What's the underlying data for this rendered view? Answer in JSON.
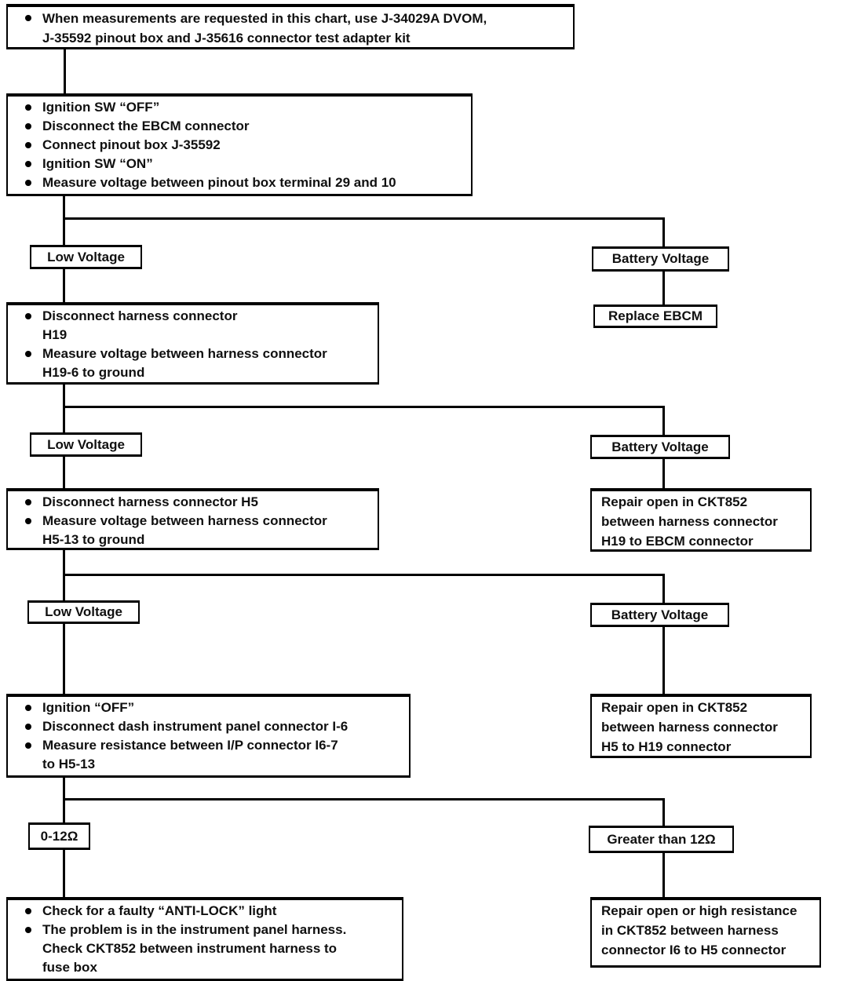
{
  "palette": {
    "background": "#ffffff",
    "ink": "#000000"
  },
  "flowchart": {
    "intro": {
      "bullets": [
        "When measurements are requested in this chart, use J-34029A DVOM,\nJ-35592 pinout box and J-35616 connector test adapter kit"
      ]
    },
    "step1": {
      "bullets": [
        "Ignition SW “OFF”",
        "Disconnect the EBCM connector",
        "Connect pinout box J-35592",
        "Ignition SW “ON”",
        "Measure voltage between pinout box terminal 29 and 10"
      ]
    },
    "branch1": {
      "low_label": "Low Voltage",
      "battery_label": "Battery Voltage",
      "battery_action": "Replace EBCM"
    },
    "step2": {
      "bullets": [
        "Disconnect harness connector\nH19",
        "Measure voltage between harness connector\nH19-6 to ground"
      ]
    },
    "branch2": {
      "low_label": "Low Voltage",
      "battery_label": "Battery Voltage",
      "battery_action": "Repair open in CKT852\nbetween harness connector\nH19 to EBCM connector"
    },
    "step3": {
      "bullets": [
        "Disconnect harness connector H5",
        "Measure voltage between harness connector\nH5-13 to ground"
      ]
    },
    "branch3": {
      "low_label": "Low Voltage",
      "battery_label": "Battery Voltage",
      "battery_action": "Repair open in CKT852\nbetween harness connector\nH5 to H19 connector"
    },
    "step4": {
      "bullets": [
        "Ignition “OFF”",
        "Disconnect dash instrument panel connector I-6",
        "Measure resistance between I/P connector I6-7\nto H5-13"
      ]
    },
    "branch4": {
      "low_label": "0-12Ω",
      "high_label": "Greater than 12Ω",
      "high_action": "Repair open or high resistance\nin CKT852 between harness\nconnector I6 to H5 connector"
    },
    "final_left": {
      "bullets": [
        "Check for a faulty “ANTI-LOCK” light",
        "The problem is in the instrument panel harness.\nCheck CKT852 between instrument harness to\nfuse box"
      ]
    }
  }
}
